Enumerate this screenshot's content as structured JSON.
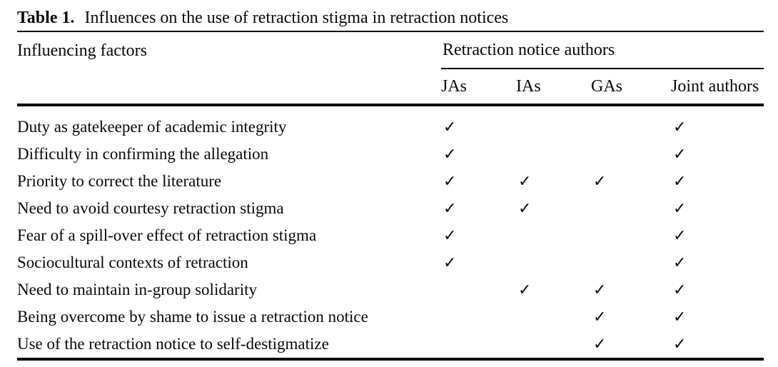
{
  "caption": {
    "label": "Table 1.",
    "text": "Influences on the use of retraction stigma in retraction notices"
  },
  "table": {
    "factor_header": "Influencing factors",
    "group_header": "Retraction notice authors",
    "columns": [
      "JAs",
      "IAs",
      "GAs",
      "Joint authors"
    ],
    "check_glyph": "✓",
    "rows": [
      {
        "factor": "Duty as gatekeeper of academic integrity",
        "checks": [
          true,
          false,
          false,
          true
        ]
      },
      {
        "factor": "Difficulty in confirming the allegation",
        "checks": [
          true,
          false,
          false,
          true
        ]
      },
      {
        "factor": "Priority to correct the literature",
        "checks": [
          true,
          true,
          true,
          true
        ]
      },
      {
        "factor": "Need to avoid courtesy retraction stigma",
        "checks": [
          true,
          true,
          false,
          true
        ]
      },
      {
        "factor": "Fear of a spill-over effect of retraction stigma",
        "checks": [
          true,
          false,
          false,
          true
        ]
      },
      {
        "factor": "Sociocultural contexts of retraction",
        "checks": [
          true,
          false,
          false,
          true
        ]
      },
      {
        "factor": "Need to maintain in-group solidarity",
        "checks": [
          false,
          true,
          true,
          true
        ]
      },
      {
        "factor": "Being overcome by shame to issue a retraction notice",
        "checks": [
          false,
          false,
          true,
          true
        ]
      },
      {
        "factor": "Use of the retraction notice to self-destigmatize",
        "checks": [
          false,
          false,
          true,
          true
        ]
      }
    ]
  },
  "colors": {
    "background": "#ffffff",
    "text": "#0a0a0a",
    "rule": "#000000"
  }
}
